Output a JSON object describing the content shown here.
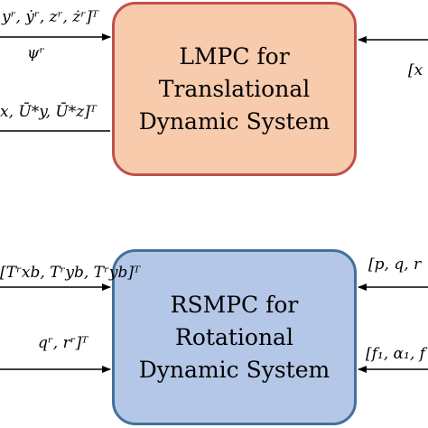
{
  "blocks": {
    "top": {
      "lines": [
        "LMPC for",
        "Translational",
        "Dynamic System"
      ],
      "fill": "#f8cbad",
      "border": "#c0504d"
    },
    "bottom": {
      "lines": [
        "RSMPC for",
        "Rotational",
        "Dynamic System"
      ],
      "fill": "#b4c7e7",
      "border": "#41719c"
    }
  },
  "labels": {
    "top_in_1": "yʳ, ẏʳ, zʳ, żʳ]ᵀ",
    "top_in_2": "ψʳ",
    "top_in_3": "x, Ū*y, Ū*z]ᵀ",
    "top_right": "[x",
    "bottom_in_1": "[Tʳxb, Tʳyb, Tʳyb]ᵀ",
    "bottom_in_2": "qʳ, rʳ]ᵀ",
    "bottom_right_1": "[p, q, r",
    "bottom_right_2": "[f₁, α₁, f"
  }
}
